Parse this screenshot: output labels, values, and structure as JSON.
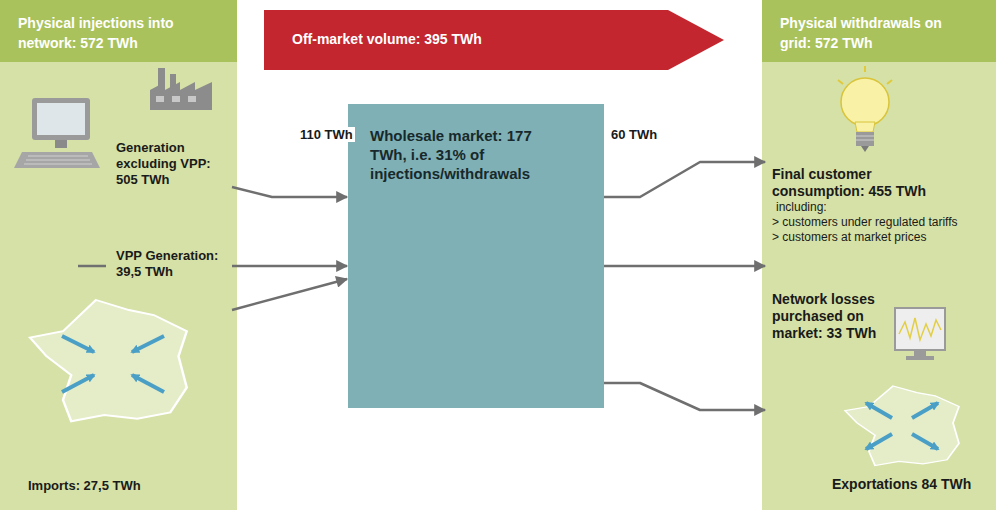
{
  "diagram": {
    "nodes": [
      {
        "text": [
          "Physical injections into network: 572 TWh"
        ]
      },
      {
        "text": [
          "Generation excluding VPP: 505 TWh"
        ],
        "in": 0
      },
      {
        "text": [
          "VPP Generation: 39,5 TWh"
        ],
        "in": 0
      },
      {
        "text": [
          "Imports: 27,5 TWh"
        ],
        "in": 0
      },
      {
        "text": [
          "Off-market volume: 395 TWh"
        ]
      },
      {
        "text": [
          "Wholesale market: 177 TWh, i.e. 31% of injections/withdrawals"
        ]
      },
      {
        "text": [
          "Physical withdrawals on grid: 572 TWh"
        ]
      },
      {
        "text": [
          "Final customer consumption: 455 TWh",
          "including:",
          "> customers under regulated tariffs",
          "> customers at market prices"
        ],
        "in": 6
      },
      {
        "text": [
          "Network losses purchased on market: 33 TWh"
        ],
        "in": 6
      },
      {
        "text": [
          "Exportations 84 TWh"
        ],
        "in": 6
      }
    ],
    "edges": [
      {
        "from": 1,
        "to": 5,
        "label": "110 TWh",
        "arrow": "to"
      },
      {
        "from": 2,
        "to": 5,
        "arrow": "to"
      },
      {
        "from": 3,
        "to": 5,
        "arrow": "to"
      },
      {
        "from": 5,
        "to": 7,
        "label": "60 TWh",
        "arrow": "to"
      },
      {
        "from": 5,
        "to": 8,
        "arrow": "to"
      },
      {
        "from": 5,
        "to": 9,
        "arrow": "to"
      }
    ]
  }
}
